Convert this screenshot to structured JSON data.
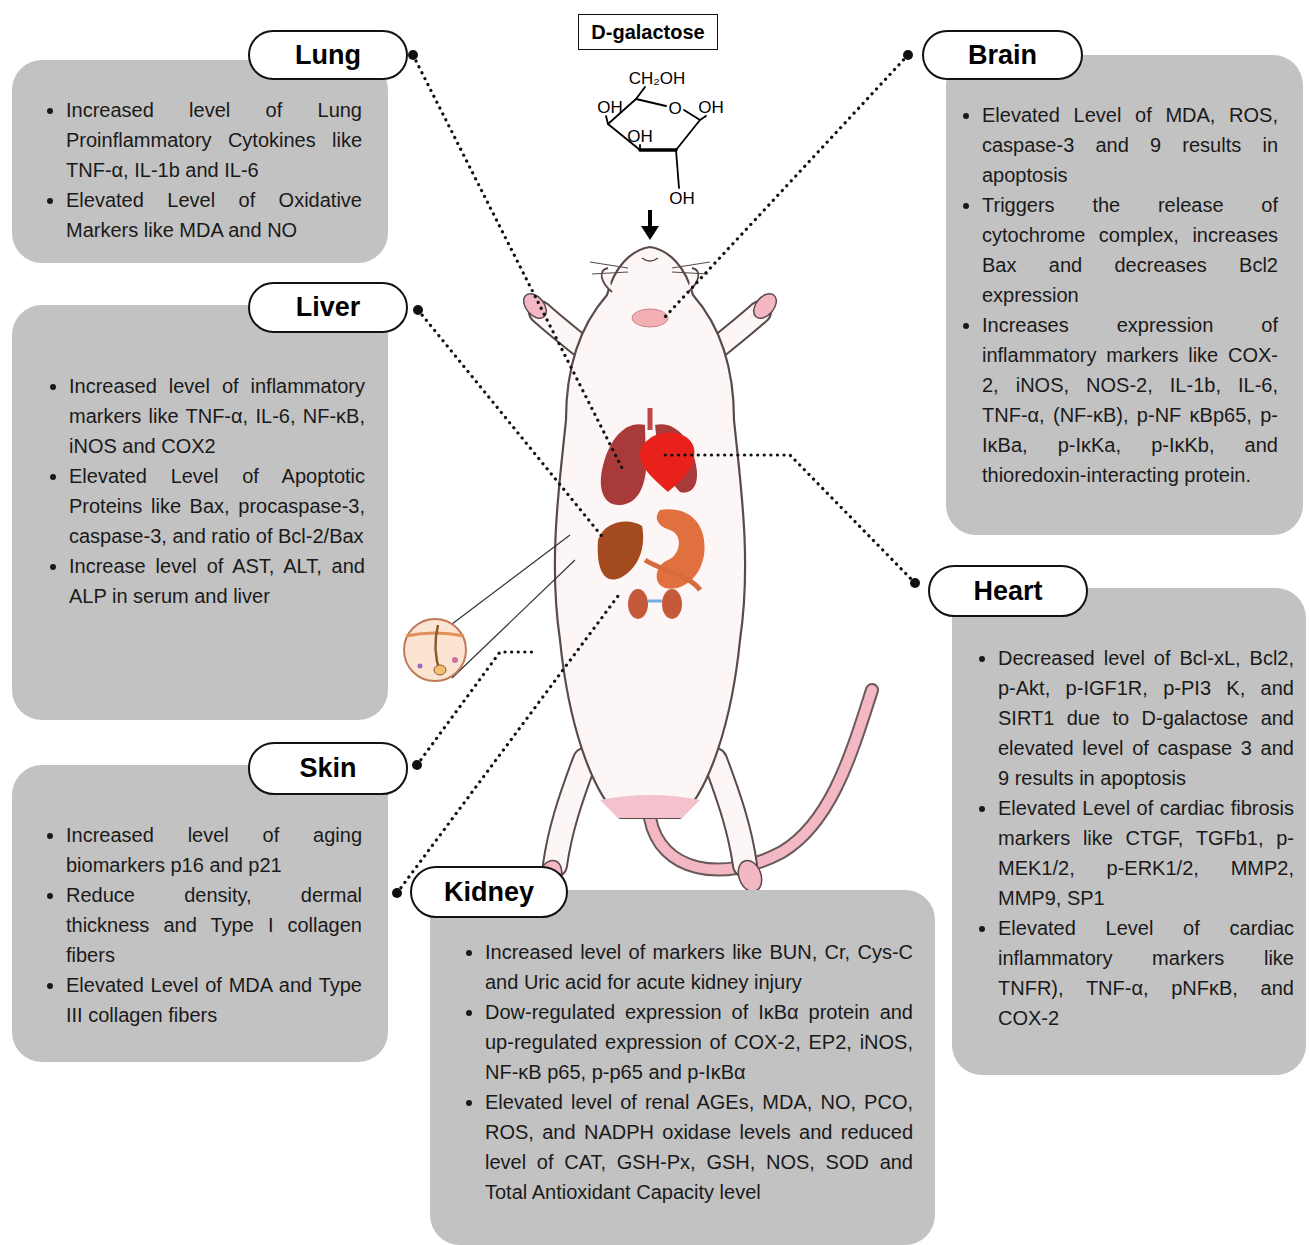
{
  "diagram": {
    "nodes": [
      {
        "text": [
          "D-galactose"
        ]
      },
      {
        "text": [
          "Lung",
          "Increased level of Lung Proinflammatory Cytokines like TNF-α, IL-1b and IL-6",
          "Elevated Level of Oxidative Markers like MDA and NO"
        ]
      },
      {
        "text": [
          "Brain",
          "Elevated Level of MDA, ROS, caspase-3 and 9 results in apoptosis",
          "Triggers the release of cytochrome complex, increases Bax and decreases Bcl2 expression",
          "Increases expression of inflammatory markers like COX-2, iNOS, NOS-2, IL-1b, IL-6, TNF-α, (NF-κB), p-NF κBp65, p-IκBa, p-IκKa, p-IκKb, and thioredoxin-interacting protein."
        ]
      },
      {
        "text": [
          "Liver",
          "Increased level of inflammatory markers like TNF-α, IL-6, NF-κB, iNOS and COX2",
          "Elevated Level of Apoptotic Proteins like Bax, procaspase-3, caspase-3, and ratio of Bcl-2/Bax",
          "Increase level of AST, ALT, and ALP in serum and liver"
        ]
      },
      {
        "text": [
          "Heart",
          "Decreased level of Bcl-xL, Bcl2, p-Akt, p-IGF1R, p-PI3 K, and SIRT1 due to D-galactose and elevated level of caspase 3 and 9 results in apoptosis",
          "Elevated Level of cardiac fibrosis markers like CTGF, TGFb1, p-MEK1/2, p-ERK1/2, MMP2, MMP9, SP1",
          "Elevated Level of cardiac inflammatory markers like TNFR), TNF-α, pNFκB, and COX-2"
        ]
      },
      {
        "text": [
          "Skin",
          "Increased level of aging biomarkers p16 and p21",
          "Reduce density, dermal thickness and Type I collagen fibers",
          "Elevated Level of MDA and Type III collagen fibers"
        ]
      },
      {
        "text": [
          "Kidney",
          "Increased level of markers like BUN, Cr, Cys-C and Uric acid for acute kidney injury",
          "Dow-regulated expression of IκBα protein and up-regulated expression of COX-2, EP2, iNOS, NF-κB p65, p-p65 and p-IκBα",
          "Elevated level of renal AGEs, MDA, NO, PCO, ROS, and NADPH oxidase levels and reduced level of CAT, GSH-Px, GSH, NOS, SOD and Total Antioxidant Capacity level"
        ]
      }
    ],
    "labels": [
      "CH₂OH",
      "OH",
      "O",
      "OH",
      "OH",
      "OH"
    ]
  }
}
